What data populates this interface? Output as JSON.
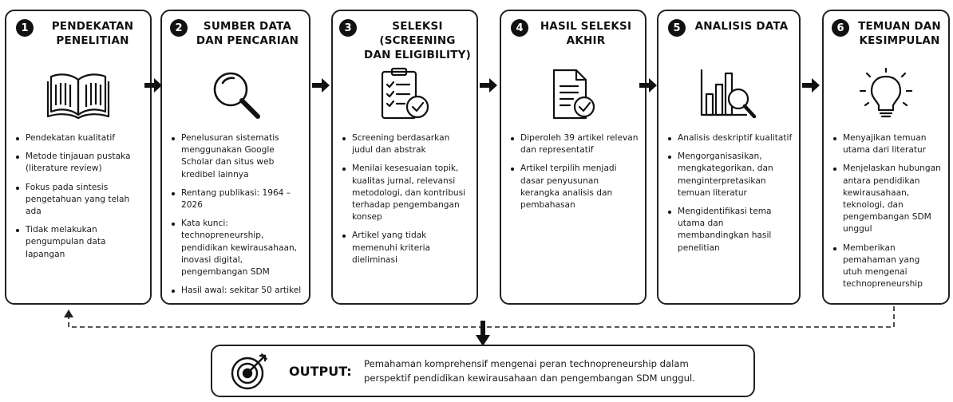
{
  "steps": [
    {
      "number": "1",
      "title_l1": "PENDEKATAN",
      "title_l2": "PENELITIAN",
      "icon": "book-icon",
      "items": [
        "Pendekatan kualitatif",
        "Metode tinjauan pustaka (literature review)",
        "Fokus pada sintesis pengetahuan yang telah ada",
        "Tidak melakukan pengumpulan data lapangan"
      ]
    },
    {
      "number": "2",
      "title_l1": "SUMBER DATA",
      "title_l2": "DAN PENCARIAN",
      "icon": "magnifier-icon",
      "items": [
        "Penelusuran sistematis menggunakan Google Scholar dan situs web kredibel lainnya",
        "Rentang publikasi: 1964 – 2026",
        "Kata kunci: technopreneurship, pendidikan kewirausahaan, inovasi digital, pengembangan SDM",
        "Hasil awal: sekitar 50 artikel"
      ]
    },
    {
      "number": "3",
      "title_l1": "SELEKSI (SCREENING",
      "title_l2": "DAN ELIGIBILITY)",
      "icon": "checklist-icon",
      "items": [
        "Screening berdasarkan judul dan abstrak",
        "Menilai kesesuaian topik, kualitas jurnal, relevansi metodologi, dan kontribusi terhadap pengembangan konsep",
        "Artikel yang tidak memenuhi kriteria dieliminasi"
      ]
    },
    {
      "number": "4",
      "title_l1": "HASIL SELEKSI",
      "title_l2": "AKHIR",
      "icon": "document-check-icon",
      "items": [
        "Diperoleh 39 artikel relevan dan representatif",
        "Artikel terpilih menjadi dasar penyusunan kerangka analisis dan pembahasan"
      ]
    },
    {
      "number": "5",
      "title_l1": "ANALISIS DATA",
      "title_l2": "",
      "icon": "chart-magnifier-icon",
      "items": [
        "Analisis deskriptif kualitatif",
        "Mengorganisasikan, mengkategorikan, dan menginterpretasikan temuan literatur",
        "Mengidentifikasi tema utama dan membandingkan hasil penelitian"
      ]
    },
    {
      "number": "6",
      "title_l1": "TEMUAN DAN",
      "title_l2": "KESIMPULAN",
      "icon": "lightbulb-icon",
      "items": [
        "Menyajikan temuan utama dari literatur",
        "Menjelaskan hubungan antara pendidikan kewirausahaan, teknologi, dan pengembangan SDM unggul",
        "Memberikan pemahaman yang utuh mengenai technopreneurship"
      ]
    }
  ],
  "output": {
    "label": "OUTPUT:",
    "text_l1": "Pemahaman komprehensif mengenai peran technopreneurship dalam",
    "text_l2": "perspektif pendidikan kewirausahaan dan pengembangan SDM unggul.",
    "icon": "target-icon"
  }
}
